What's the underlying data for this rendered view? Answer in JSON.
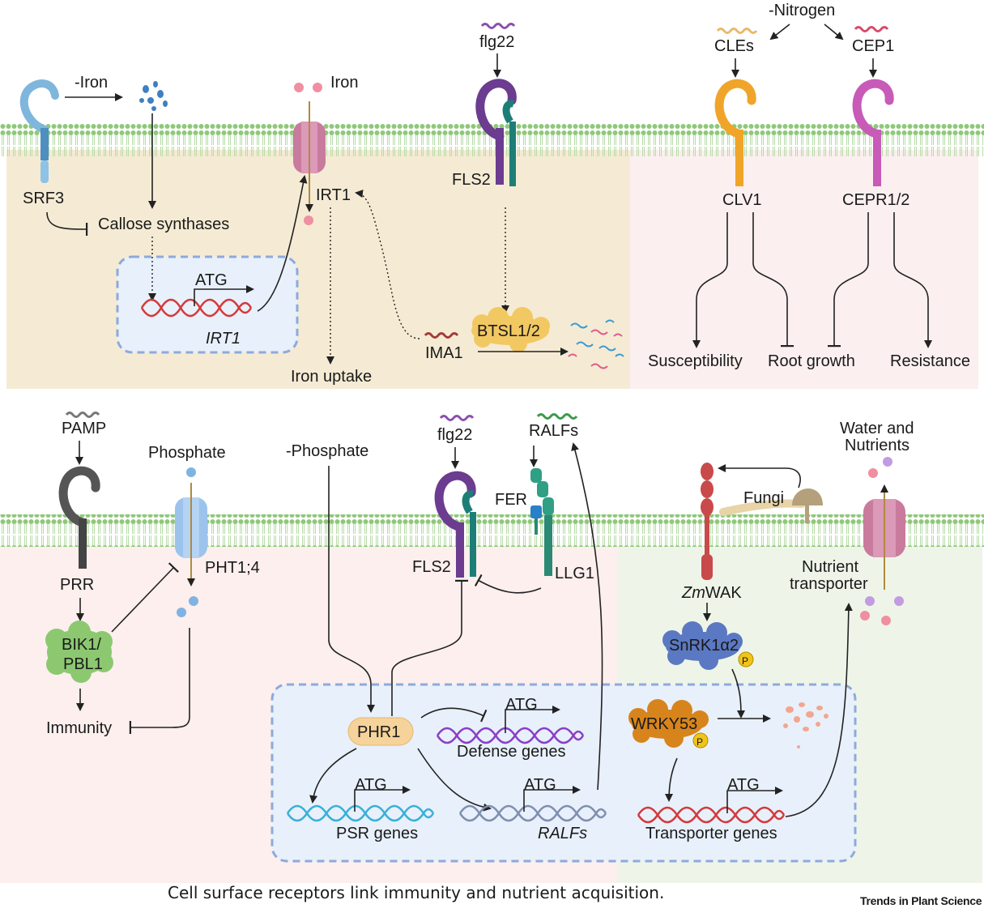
{
  "colors": {
    "membrane": "#9ccf8a",
    "panel_iron": "#f5ebd4",
    "panel_nitrogen": "#fbf0ef",
    "panel_immunity": "#fcefee",
    "panel_symbiosis": "#eef5e8",
    "nucleus_box": "#e8f0fb",
    "nucleus_border": "#8eaadb"
  },
  "top": {
    "iron_deficiency": "-Iron",
    "iron": "Iron",
    "srf3": "SRF3",
    "callose": "Callose synthases",
    "atg1": "ATG",
    "irt1_gene": "IRT1",
    "irt1_protein": "IRT1",
    "iron_uptake": "Iron uptake",
    "flg22": "flg22",
    "fls2": "FLS2",
    "btsl": "BTSL1/2",
    "ima1": "IMA1",
    "nitrogen": "-Nitrogen",
    "cles": "CLEs",
    "cep1": "CEP1",
    "clv1": "CLV1",
    "cepr": "CEPR1/2",
    "susceptibility": "Susceptibility",
    "root_growth": "Root growth",
    "resistance": "Resistance"
  },
  "bottom": {
    "pamp": "PAMP",
    "prr": "PRR",
    "bik1_line1": "BIK1/",
    "bik1_line2": "PBL1",
    "immunity": "Immunity",
    "phosphate": "Phosphate",
    "pht": "PHT1;4",
    "phosphate_deficiency": "-Phosphate",
    "flg22": "flg22",
    "ralfs": "RALFs",
    "fer": "FER",
    "fls2": "FLS2",
    "llg1": "LLG1",
    "phr1": "PHR1",
    "atg_defense": "ATG",
    "defense_genes": "Defense genes",
    "atg_psr": "ATG",
    "psr_genes": "PSR genes",
    "atg_ralfs": "ATG",
    "ralfs_gene": "RALFs",
    "water_line1": "Water and",
    "water_line2": "Nutrients",
    "fungi": "Fungi",
    "nutrient_line1": "Nutrient",
    "nutrient_line2": "transporter",
    "zmwak_italic": "Zm",
    "zmwak_rest": "WAK",
    "snrk": "SnRK1α2",
    "p_badge": "P",
    "wrky": "WRKY53",
    "atg_transporter": "ATG",
    "transporter_genes": "Transporter genes"
  },
  "caption": "Cell surface receptors link immunity and nutrient acquisition.",
  "brand": "Trends in Plant Science"
}
